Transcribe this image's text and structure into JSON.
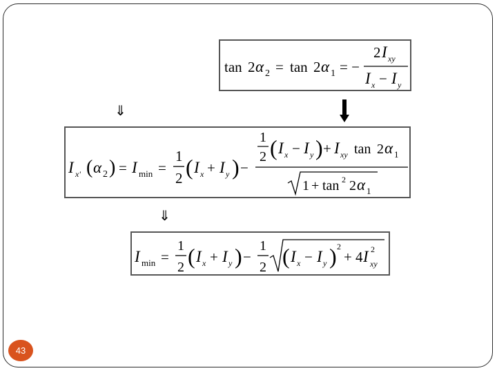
{
  "slide": {
    "number": "43",
    "accent_color": "#d9531e",
    "frame_color": "#2a2a2a"
  },
  "formulas": {
    "eq1": {
      "lhs_fn": "tan",
      "lhs_two": "2",
      "lhs_alpha": "α",
      "lhs_sub": "2",
      "eq": "=",
      "mid_fn": "tan",
      "mid_two": "2",
      "mid_alpha": "α",
      "mid_sub": "1",
      "eq2": "= −",
      "num_two": "2",
      "num_I": "I",
      "num_sub": "xy",
      "den_I1": "I",
      "den_sub1": "x",
      "den_minus": "−",
      "den_I2": "I",
      "den_sub2": "y"
    },
    "eq2": {
      "I": "I",
      "sub": "x'",
      "paren_open": "(",
      "alpha": "α",
      "alpha_sub": "2",
      "paren_close": ")",
      "eq": "=",
      "I_min": "I",
      "min_sub": "min",
      "eq2": "=",
      "half_num": "1",
      "half_den": "2",
      "p_open": "(",
      "Ix": "I",
      "x_sub": "x",
      "plus": "+",
      "Iy": "I",
      "y_sub": "y",
      "p_close": ")",
      "minus": "−",
      "num_one": "1",
      "num_two": "2",
      "np_open": "(",
      "nIx": "I",
      "nx_sub": "x",
      "nminus": "−",
      "nIy": "I",
      "ny_sub": "y",
      "np_close": ")",
      "nplus": "+",
      "nIxy": "I",
      "nxy_sub": "xy",
      "ntan": "tan",
      "ntwo": "2",
      "nalpha": "α",
      "nalpha_sub": "1",
      "den_one": "1",
      "den_plus": "+",
      "den_tan": "tan",
      "den_sq": "2",
      "den_two": "2",
      "den_alpha": "α",
      "den_alpha_sub": "1"
    },
    "eq3": {
      "I": "I",
      "min_sub": "min",
      "eq": "=",
      "h1_num": "1",
      "h1_den": "2",
      "p_open": "(",
      "Ix": "I",
      "x_sub": "x",
      "plus": "+",
      "Iy": "I",
      "y_sub": "y",
      "p_close": ")",
      "minus": "−",
      "h2_num": "1",
      "h2_den": "2",
      "rp_open": "(",
      "rIx": "I",
      "rx_sub": "x",
      "rminus": "−",
      "rIy": "I",
      "ry_sub": "y",
      "rp_close": ")",
      "rsq": "2",
      "rplus": "+",
      "four": "4",
      "rIxy": "I",
      "rxy_sq": "2",
      "rxy_sub": "xy"
    }
  },
  "arrows": {
    "implies": "⇓"
  }
}
